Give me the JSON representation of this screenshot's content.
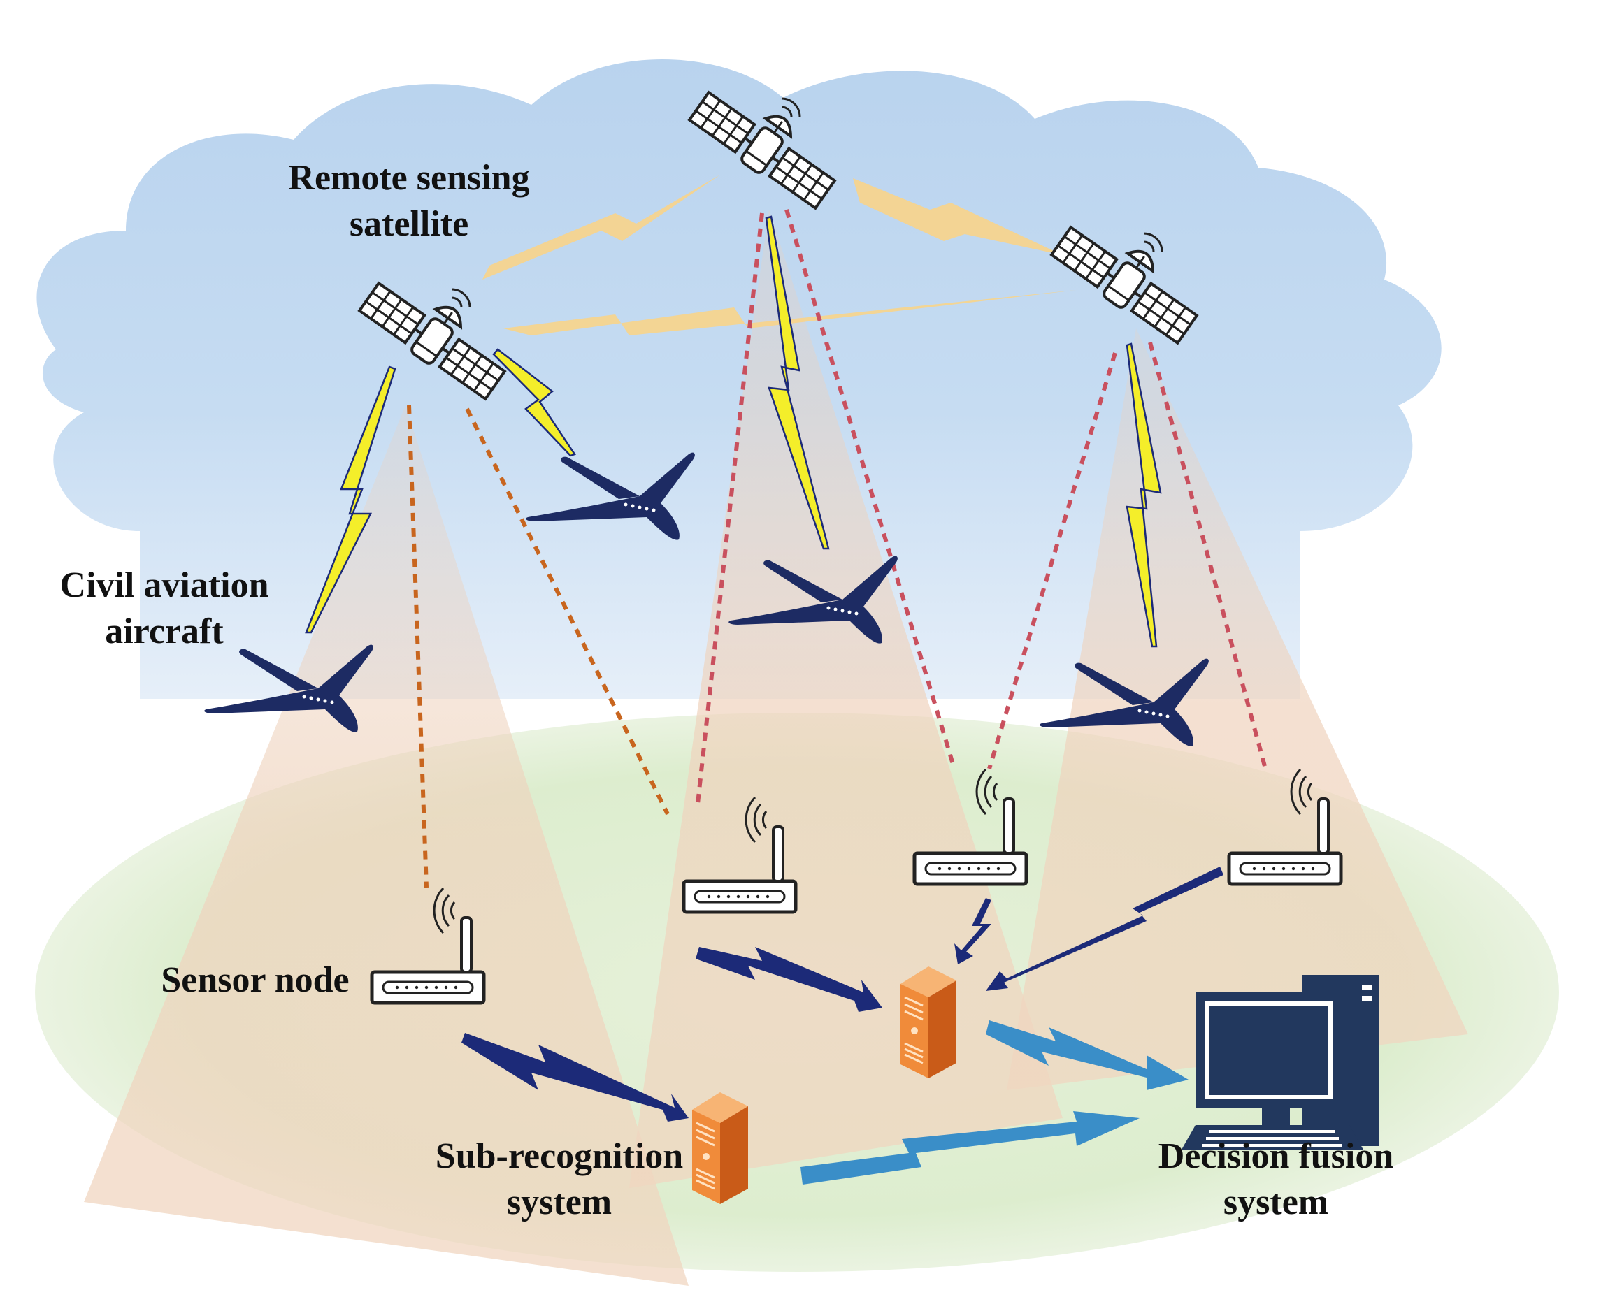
{
  "colors": {
    "sky_top": "#b9d3ee",
    "sky_bottom": "#dfeaf6",
    "ground": "#d9ebc9",
    "beam": "#efd3bd",
    "crosslink": "#f8d48a",
    "sat_link_dash": "#c9505e",
    "sat_link_dash_orange": "#c8651e",
    "bolt_yellow": "#f4ee2a",
    "bolt_navy": "#1c2a78",
    "bolt_light": "#3a8ec8",
    "aircraft": "#1d2b63",
    "server": "#e07628",
    "computer": "#22385e"
  },
  "icons": {
    "satellite": "satellite-icon",
    "aircraft": "aircraft-icon",
    "sensor": "wireless-router-icon",
    "server": "server-tower-icon",
    "computer": "desktop-computer-icon"
  },
  "labels": {
    "satellite": [
      "Remote sensing",
      "satellite"
    ],
    "aircraft": [
      "Civil aviation",
      "aircraft"
    ],
    "sensor": [
      "Sensor node"
    ],
    "subrec": [
      "Sub-recognition",
      "system"
    ],
    "fusion": [
      "Decision fusion",
      "system"
    ]
  }
}
